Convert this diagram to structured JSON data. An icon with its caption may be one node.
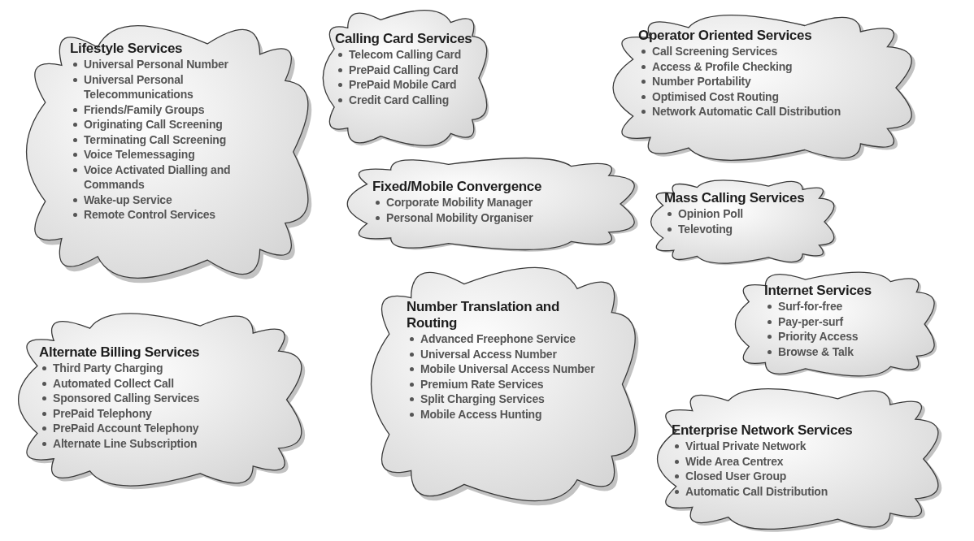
{
  "diagram": {
    "nodes": [
      {
        "text": [
          "Lifestyle Services",
          "Universal Personal Number",
          "Universal Personal Telecommunications",
          "Friends/Family Groups",
          "Originating Call Screening",
          "Terminating Call Screening",
          "Voice Telemessaging",
          "Voice Activated Dialling and Commands",
          "Wake-up Service",
          "Remote Control Services"
        ]
      },
      {
        "text": [
          "Calling Card Services",
          "Telecom Calling Card",
          "PrePaid Calling Card",
          "PrePaid Mobile Card",
          "Credit Card Calling"
        ]
      },
      {
        "text": [
          "Operator Oriented Services",
          "Call Screening Services",
          "Access & Profile Checking",
          "Number Portability",
          "Optimised Cost Routing",
          "Network Automatic Call Distribution"
        ]
      },
      {
        "text": [
          "Fixed/Mobile Convergence",
          "Corporate Mobility Manager",
          "Personal Mobility Organiser"
        ]
      },
      {
        "text": [
          "Mass Calling Services",
          "Opinion Poll",
          "Televoting"
        ]
      },
      {
        "text": [
          "Internet Services",
          "Surf-for-free",
          "Pay-per-surf",
          "Priority Access",
          "Browse & Talk"
        ]
      },
      {
        "text": [
          "Alternate Billing Services",
          "Third Party Charging",
          "Automated Collect Call",
          "Sponsored Calling Services",
          "PrePaid Telephony",
          "PrePaid Account Telephony",
          "Alternate Line Subscription"
        ]
      },
      {
        "text": [
          "Number Translation and Routing",
          "Advanced Freephone Service",
          "Universal Access Number",
          "Mobile Universal Access Number",
          "Premium Rate Services",
          "Split Charging Services",
          "Mobile Access Hunting"
        ]
      },
      {
        "text": [
          "Enterprise Network Services",
          "Virtual Private Network",
          "Wide Area Centrex",
          "Closed User Group",
          "Automatic Call Distribution"
        ]
      }
    ]
  }
}
